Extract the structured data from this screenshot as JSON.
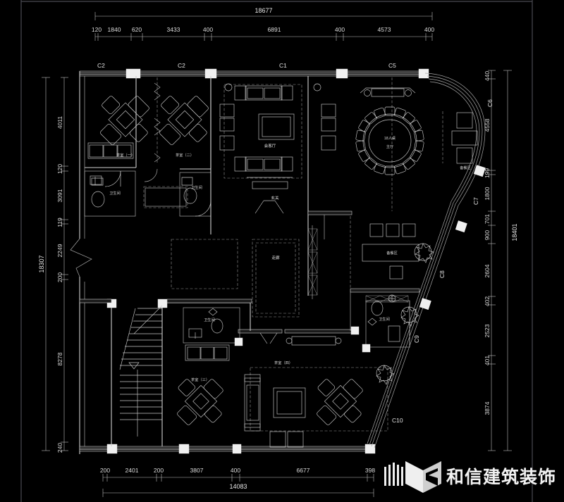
{
  "drawing": {
    "title": "Floor Plan",
    "background_color": "#000000",
    "line_color": "#cfcfcf"
  },
  "dimensions": {
    "top_total": "18677",
    "top_segments": [
      "120",
      "1840",
      "620",
      "3433",
      "400",
      "6891",
      "400",
      "4573",
      "400"
    ],
    "bottom_total": "14083",
    "bottom_segments": [
      "200",
      "2401",
      "200",
      "3807",
      "400",
      "6677",
      "398"
    ],
    "left_total": "18307",
    "left_segments": [
      "4011",
      "120",
      "3091",
      "119",
      "2249",
      "200",
      "8278",
      "240"
    ],
    "right_total": "18401",
    "right_segments": [
      "440",
      "4558",
      "199",
      "1800",
      "701",
      "900",
      "2604",
      "402",
      "2523",
      "401",
      "3874"
    ]
  },
  "window_tags": {
    "top": [
      "C2",
      "C2",
      "C1",
      "C5"
    ],
    "right": [
      "C6",
      "C7",
      "C8",
      "C9",
      "C10"
    ]
  },
  "rooms": [
    {
      "key": "tea1",
      "label": "茶室（一）"
    },
    {
      "key": "tea2",
      "label": "茶室（二）"
    },
    {
      "key": "tea3",
      "label": "茶室（三）"
    },
    {
      "key": "tea4",
      "label": "茶室（四）"
    },
    {
      "key": "bath1",
      "label": "卫生间"
    },
    {
      "key": "bath2",
      "label": "卫生间"
    },
    {
      "key": "bath3",
      "label": "卫生间"
    },
    {
      "key": "bath4",
      "label": "卫生间"
    },
    {
      "key": "parlour",
      "label": "会客厅"
    },
    {
      "key": "entry",
      "label": "玄关"
    },
    {
      "key": "maintable",
      "label": "18人桌"
    },
    {
      "key": "mainhall",
      "label": "主厅"
    },
    {
      "key": "corridor",
      "label": "走廊"
    },
    {
      "key": "service1",
      "label": "备餐区"
    },
    {
      "key": "service2",
      "label": "备餐区"
    }
  ],
  "logo": {
    "brand": "和信建筑装饰",
    "mark": "hexin-logo-mark"
  }
}
